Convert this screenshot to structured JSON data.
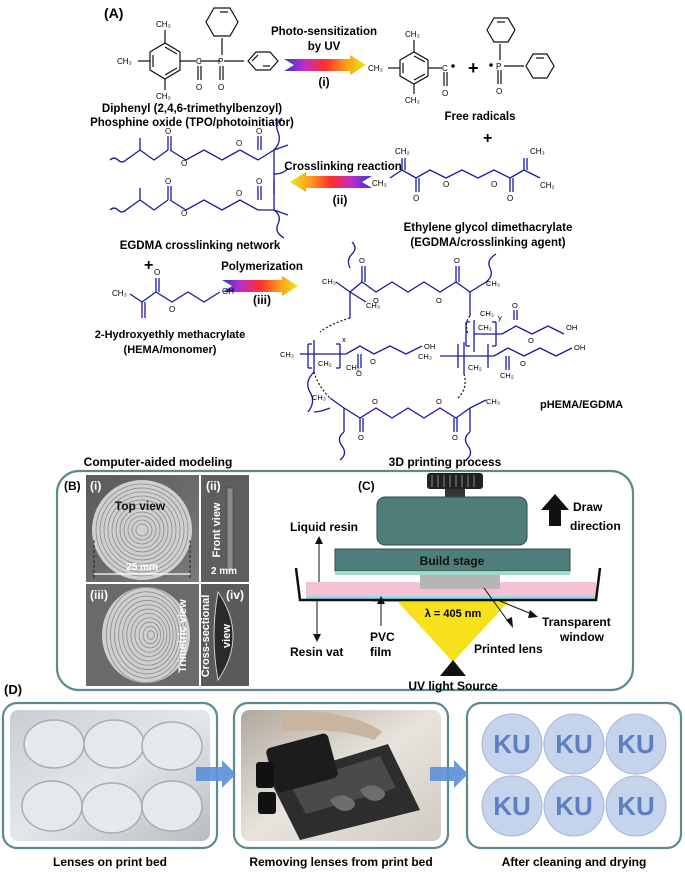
{
  "panelA": {
    "label": "(A)",
    "step1": {
      "line1": "Photo-sensitization",
      "line2": "by UV",
      "roman": "(i)"
    },
    "step2": {
      "label": "Crosslinking reaction",
      "roman": "(ii)"
    },
    "step3": {
      "label": "Polymerization",
      "roman": "(iii)"
    },
    "tpo_name": {
      "line1": "Diphenyl (2,4,6-trimethylbenzoyl)",
      "line2": "Phosphine oxide (TPO/photoinitiator)"
    },
    "free_radicals": "Free radicals",
    "egdma_network": "EGDMA crosslinking network",
    "egdma": {
      "line1": "Ethylene glycol dimethacrylate",
      "line2": "(EGDMA/crosslinking agent)"
    },
    "hema": {
      "line1": "2-Hydroxyethly methacrylate",
      "line2": "(HEMA/monomer)"
    },
    "product": "pHEMA/EGDMA",
    "atoms": {
      "ch3": "CH₃",
      "ch2": "CH₂",
      "o": "O",
      "p": "P",
      "c": "C",
      "oh": "OH",
      "x": "x",
      "y": "y",
      "plus": "+"
    }
  },
  "panelB": {
    "label": "(B)",
    "title": "Computer-aided modeling",
    "sub_i": "(i)",
    "sub_ii": "(ii)",
    "sub_iii": "(iii)",
    "sub_iv": "(iv)",
    "top_view": "Top view",
    "front_view": "Front view",
    "trimetric_view": "Trimetric view",
    "cross_view_1": "Cross-sectional",
    "cross_view_2": "view",
    "dim_25": "25 mm",
    "dim_2": "2 mm"
  },
  "panelC": {
    "label": "(C)",
    "title": "3D printing process",
    "liquid_resin": "Liquid resin",
    "build_stage": "Build stage",
    "draw_1": "Draw",
    "draw_2": "direction",
    "wavelength": "λ = 405 nm",
    "resin_vat": "Resin vat",
    "pvc_1": "PVC",
    "pvc_2": "film",
    "printed_lens": "Printed lens",
    "transparent_1": "Transparent",
    "transparent_2": "window",
    "uv_source": "UV light Source"
  },
  "panelD": {
    "label": "(D)",
    "cap1": "Lenses on print bed",
    "cap2": "Removing lenses from print bed",
    "cap3": "After cleaning and drying",
    "lens_text": "KU"
  },
  "colors": {
    "chain": "#1a1aa0",
    "frame": "#5d8a8a",
    "stage": "#4f7d7a",
    "pink": "#f4c2d4",
    "cyan": "#8fe0ec",
    "beam": "#f6e11c",
    "arrow_blue": "#5b8fd8"
  }
}
